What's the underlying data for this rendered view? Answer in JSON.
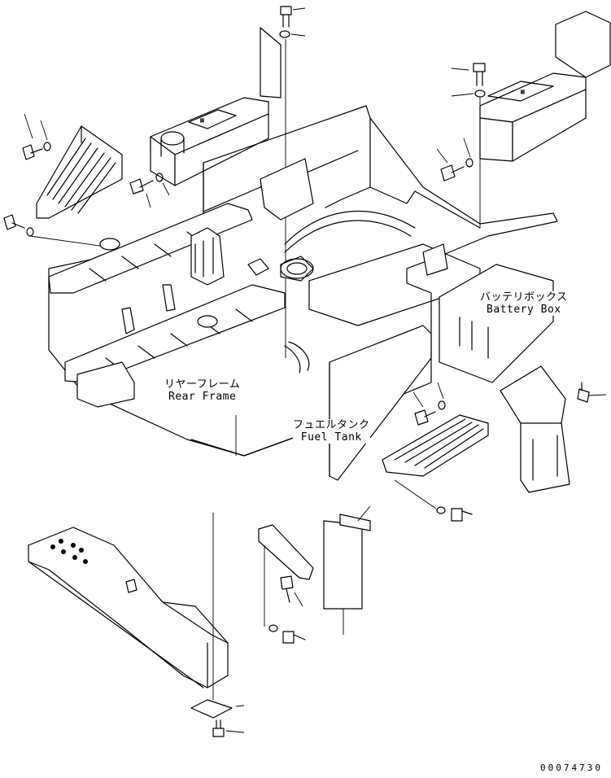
{
  "labels": {
    "battery_box": {
      "ja": "バッテリボックス",
      "en": "Battery Box"
    },
    "rear_frame": {
      "ja": "リヤーフレーム",
      "en": "Rear Frame"
    },
    "fuel_tank": {
      "ja": "フュエルタンク",
      "en": "Fuel Tank"
    }
  },
  "drawing_code": "00074730"
}
